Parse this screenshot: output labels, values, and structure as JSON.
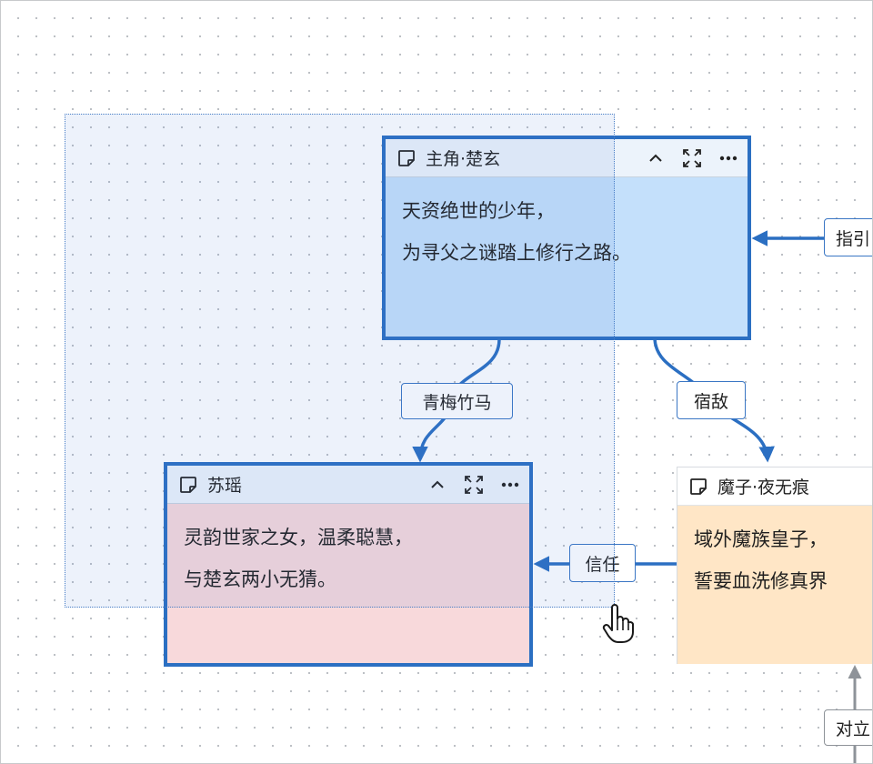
{
  "nodes": {
    "protagonist": {
      "title": "主角·楚玄",
      "lines": [
        "天资绝世的少年，",
        "为寻父之谜踏上修行之路。"
      ],
      "colors": {
        "header": "#ecf3fb",
        "body": "#c4e0fb",
        "border": "#2b6fc2"
      }
    },
    "suyao": {
      "title": "苏瑶",
      "lines": [
        "灵韵世家之女，温柔聪慧，",
        "与楚玄两小无猜。"
      ],
      "colors": {
        "header": "#ecf3fb",
        "body": "#f8d9db",
        "border": "#2b6fc2"
      }
    },
    "mozi": {
      "title": "魔子·夜无痕",
      "lines": [
        "域外魔族皇子，",
        "誓要血洗修真界"
      ],
      "colors": {
        "header": "#ffffff",
        "body": "#ffe6c6",
        "border": "#d7dbe0"
      }
    }
  },
  "edges": {
    "qingmei": "青梅竹马",
    "sudi": "宿敌",
    "xinren": "信任",
    "zhiyin": "指引",
    "duili": "对立"
  },
  "icons": {
    "note": "sticky-note-icon",
    "collapse": "chevron-up-icon",
    "expand": "expand-icon",
    "more": "more-icon",
    "cursor": "hand-pointer-icon"
  },
  "colors": {
    "accent": "#2b6fc2",
    "edge_gray": "#8e9399",
    "canvas_dot": "#b9bdc2"
  }
}
